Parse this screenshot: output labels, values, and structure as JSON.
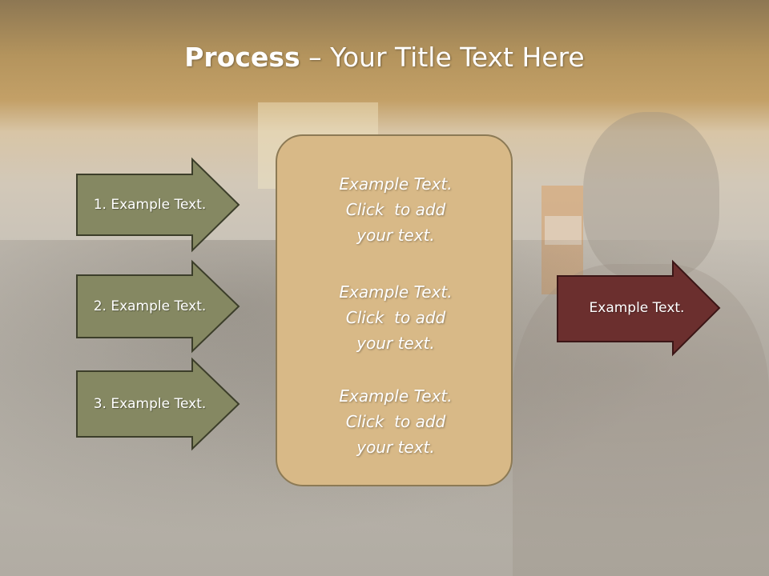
{
  "title": {
    "bold": "Process",
    "rest": " – Your Title Text Here"
  },
  "left_arrows": [
    {
      "label": "1. Example Text."
    },
    {
      "label": "2. Example Text."
    },
    {
      "label": "3. Example Text."
    }
  ],
  "center_box": {
    "paragraphs": [
      {
        "lines": [
          "Example Text.",
          "Click  to add",
          "your text."
        ]
      },
      {
        "lines": [
          "Example Text.",
          "Click  to add",
          "your text."
        ]
      },
      {
        "lines": [
          "Example Text.",
          "Click  to add",
          "your text."
        ]
      }
    ]
  },
  "right_arrow": {
    "label": "Example Text."
  },
  "colors": {
    "left_arrow_fill": "#858862",
    "left_arrow_stroke": "#3c3e2a",
    "right_arrow_fill": "#6b2f2e",
    "right_arrow_stroke": "#3b1616",
    "center_fill": "#d8b987",
    "center_stroke": "#8c7a55"
  }
}
